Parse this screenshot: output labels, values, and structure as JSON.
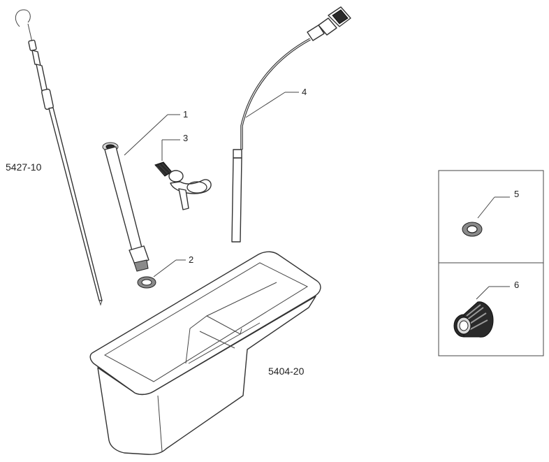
{
  "group_labels": {
    "dipstick_group": "5427-10",
    "oil_pan_group": "5404-20"
  },
  "callouts": {
    "c1": "1",
    "c2": "2",
    "c3": "3",
    "c4": "4",
    "c5": "5",
    "c6": "6"
  },
  "colors": {
    "line": "#333333",
    "background": "#ffffff"
  }
}
